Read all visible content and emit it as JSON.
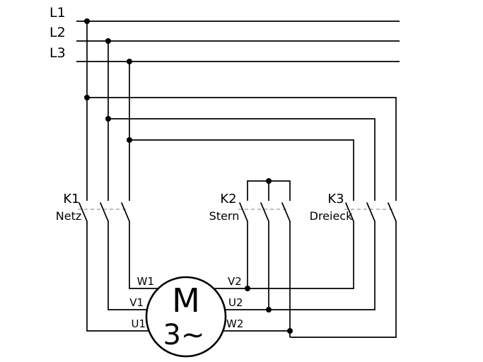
{
  "diagram": {
    "supply": {
      "l1": "L1",
      "l2": "L2",
      "l3": "L3"
    },
    "contactors": {
      "k1": {
        "id": "K1",
        "label": "Netz"
      },
      "k2": {
        "id": "K2",
        "label": "Stern"
      },
      "k3": {
        "id": "K3",
        "label": "Dreieck"
      }
    },
    "motor": {
      "symbol": "M",
      "phases": "3∼",
      "terminals": {
        "w1": "W1",
        "v1": "V1",
        "u1": "U1",
        "v2": "V2",
        "u2": "U2",
        "w2": "W2"
      }
    },
    "colors": {
      "wire": "#000000",
      "background": "#ffffff",
      "linkage_dash": "#a8a8a8"
    }
  }
}
